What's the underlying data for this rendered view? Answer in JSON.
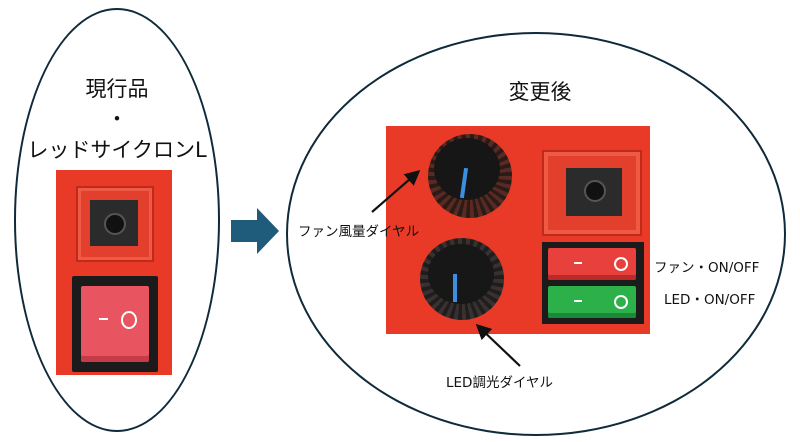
{
  "left": {
    "title_lines": [
      "現行品",
      "・",
      "レッドサイクロンL"
    ]
  },
  "right": {
    "title": "変更後",
    "labels": {
      "fan_dial": "ファン風量ダイヤル",
      "led_dial": "LED調光ダイヤル",
      "fan_switch": "ファン・ON/OFF",
      "led_switch": "LED・ON/OFF"
    }
  },
  "colors": {
    "ellipse_border": "#0f2a3a",
    "arrow": "#1f5b7a",
    "panel_red": "#e83a26",
    "dial_marker": "#3b8fe0",
    "fan_switch": "#e8403c",
    "led_switch": "#2bb04a"
  }
}
